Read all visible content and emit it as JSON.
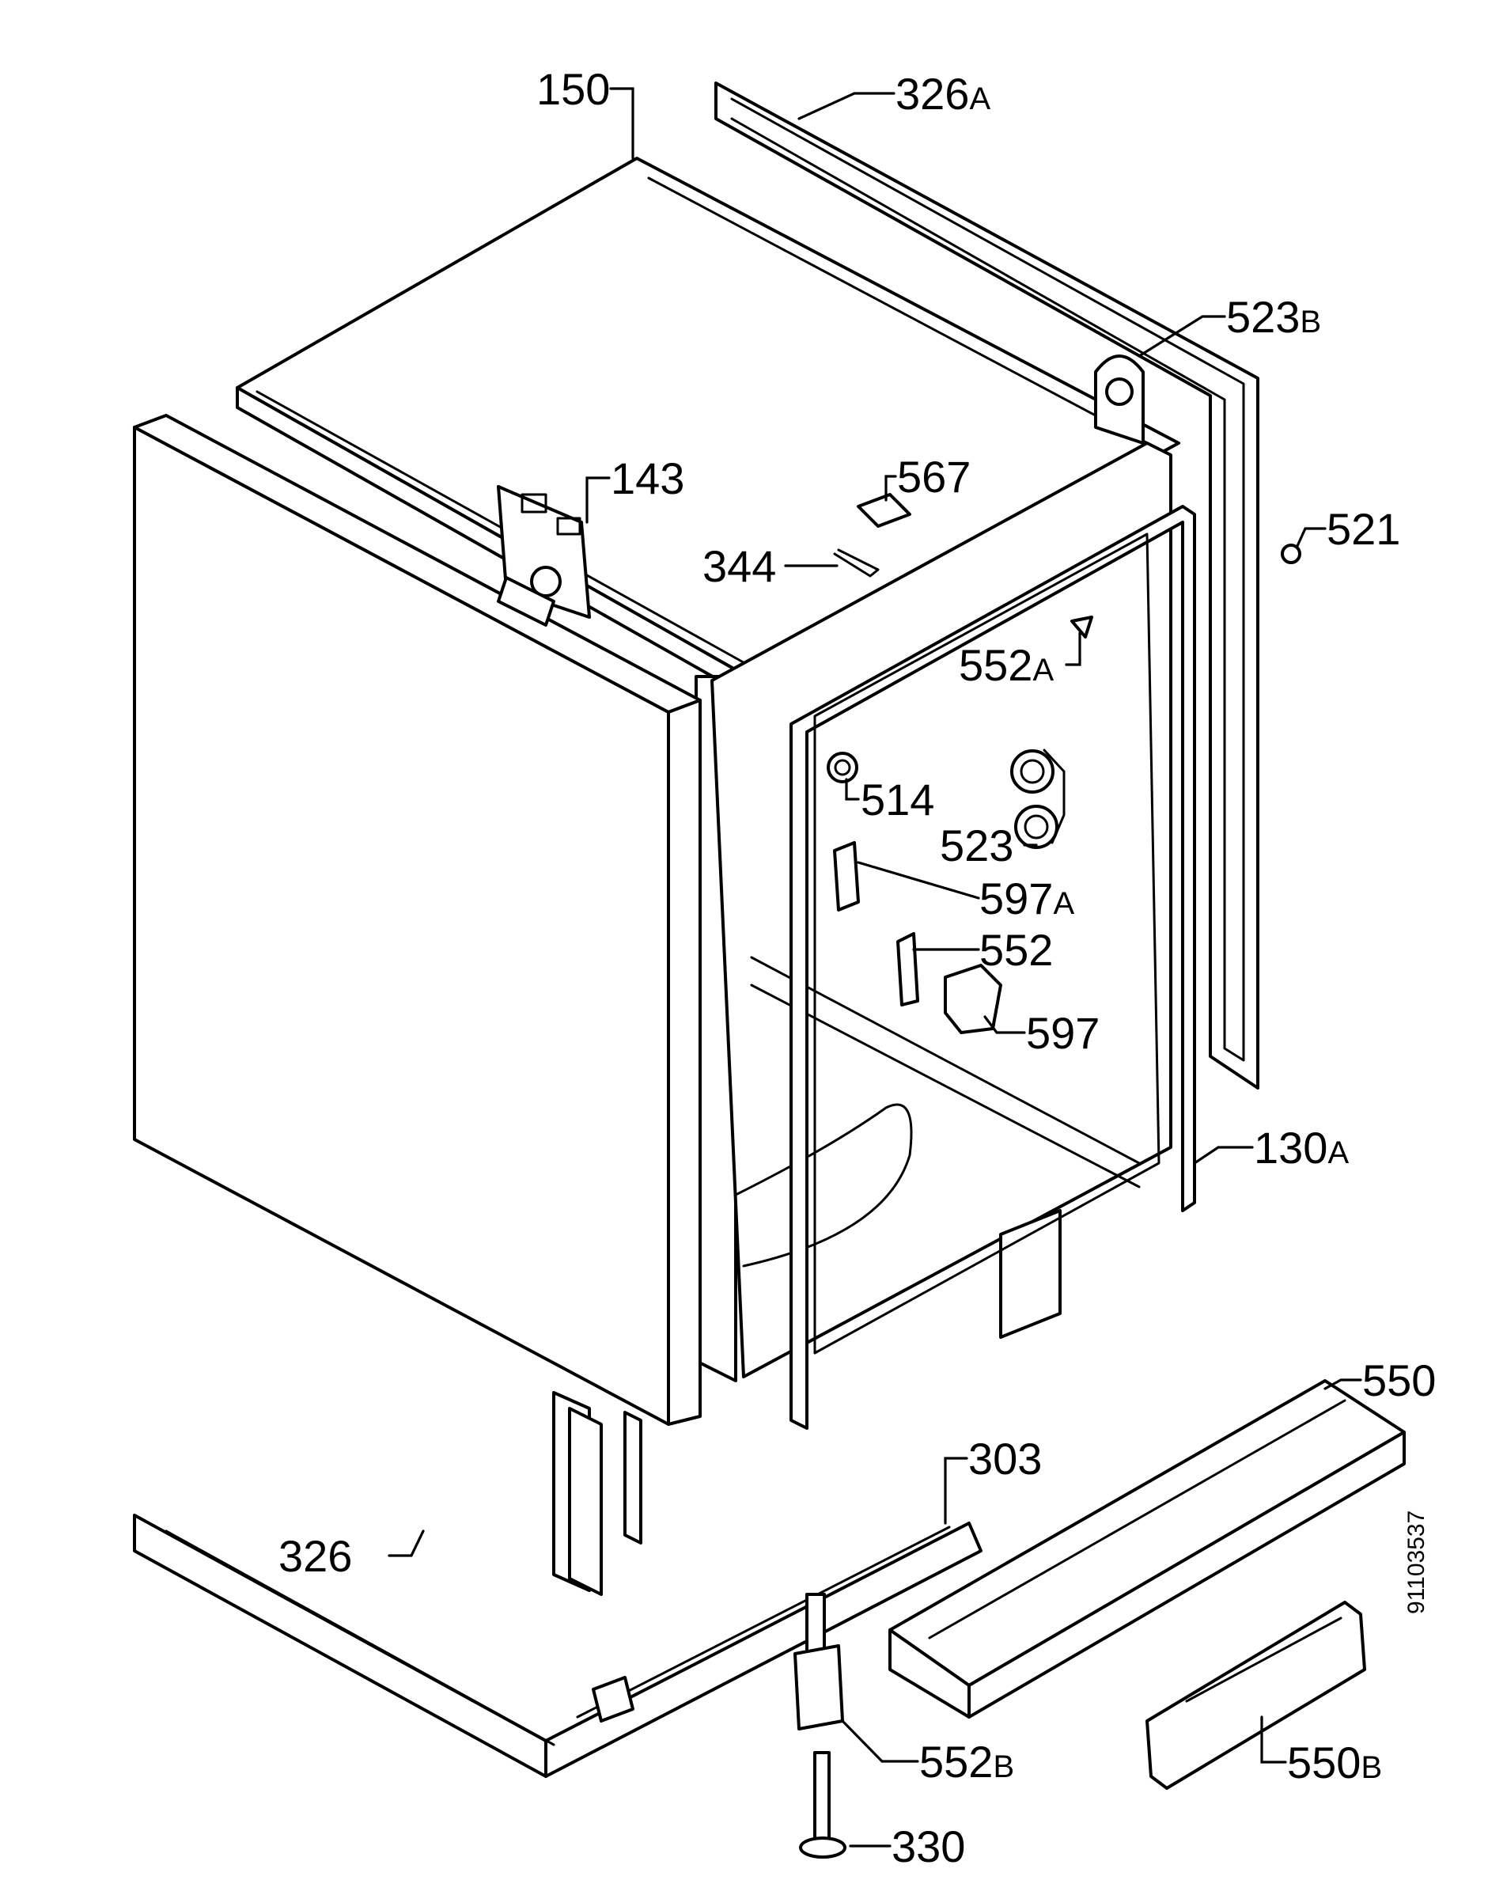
{
  "drawing_number": "91103537",
  "colors": {
    "line": "#000000",
    "background": "#ffffff"
  },
  "parts": {
    "p150": {
      "num": "150",
      "suffix": ""
    },
    "p326a": {
      "num": "326",
      "suffix": "A"
    },
    "p523b": {
      "num": "523",
      "suffix": "B"
    },
    "p143": {
      "num": "143",
      "suffix": ""
    },
    "p567": {
      "num": "567",
      "suffix": ""
    },
    "p521": {
      "num": "521",
      "suffix": ""
    },
    "p344": {
      "num": "344",
      "suffix": ""
    },
    "p552a": {
      "num": "552",
      "suffix": "A"
    },
    "p514": {
      "num": "514",
      "suffix": ""
    },
    "p523": {
      "num": "523",
      "suffix": ""
    },
    "p597a": {
      "num": "597",
      "suffix": "A"
    },
    "p552": {
      "num": "552",
      "suffix": ""
    },
    "p597": {
      "num": "597",
      "suffix": ""
    },
    "p130a": {
      "num": "130",
      "suffix": "A"
    },
    "p550": {
      "num": "550",
      "suffix": ""
    },
    "p303": {
      "num": "303",
      "suffix": ""
    },
    "p326": {
      "num": "326",
      "suffix": ""
    },
    "p552b": {
      "num": "552",
      "suffix": "B"
    },
    "p550b": {
      "num": "550",
      "suffix": "B"
    },
    "p330": {
      "num": "330",
      "suffix": ""
    }
  }
}
